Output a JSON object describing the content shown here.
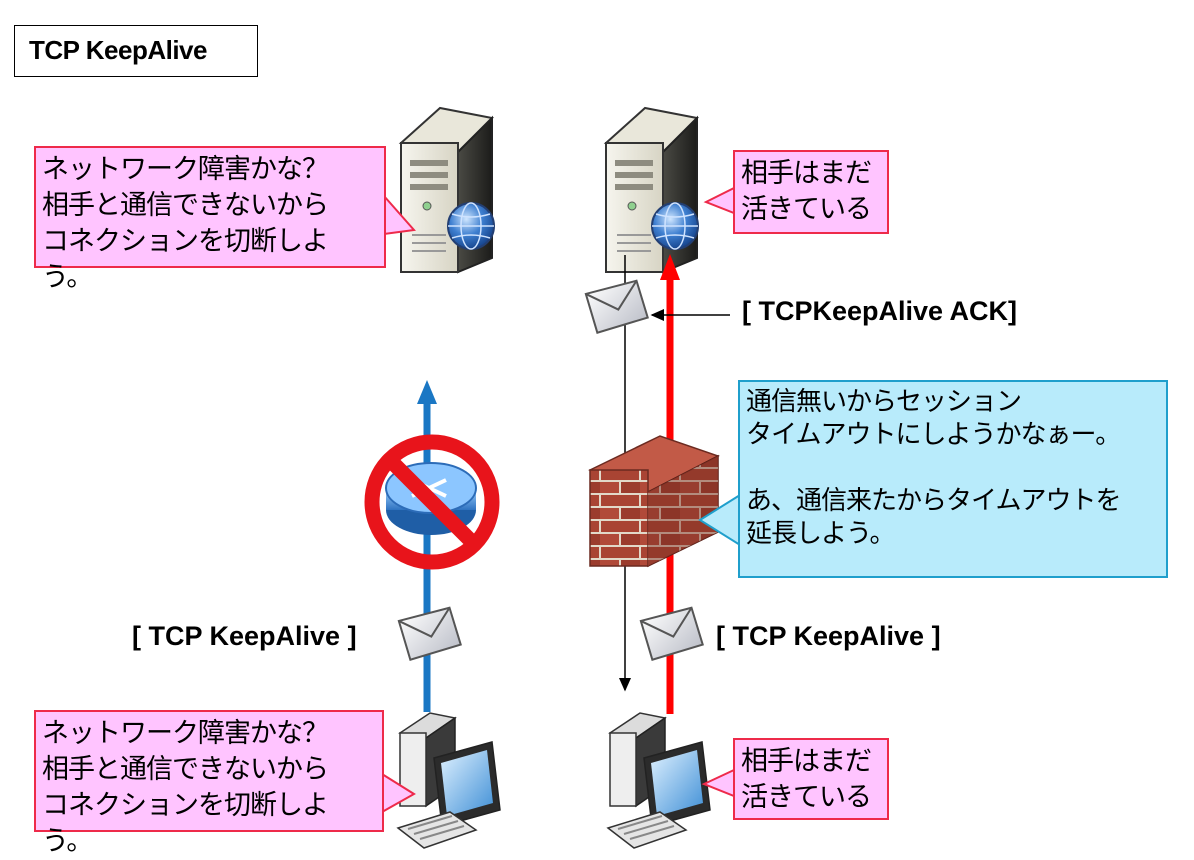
{
  "title": "TCP KeepAlive",
  "left_server_note": "ネットワーク障害かな？\n相手と通信できないから\nコネクションを切断しよう。",
  "right_server_note": "相手はまだ\n活きている",
  "ack_label": "[ TCPKeepAlive ACK]",
  "firewall_note": "通信無いからセッション\nタイムアウトにしようかなぁー。\n\nあ、通信来たからタイムアウトを\n延長しよう。",
  "left_keepalive_label": "[ TCP KeepAlive ]",
  "right_keepalive_label": "[ TCP KeepAlive ]",
  "left_client_note": "ネットワーク障害かな？\n相手と通信できないから\nコネクションを切断しよう。",
  "right_client_note": "相手はまだ\n活きている",
  "colors": {
    "blue_arrow": "#1a77c4",
    "red_arrow": "#ff0000",
    "pink_fill": "#ffc4ff",
    "pink_border": "#ee2a4a",
    "cyan_fill": "#b8ebfb",
    "cyan_border": "#1f9fcc",
    "prohibition": "#e8141b"
  },
  "icons": [
    "server-icon",
    "globe-icon",
    "envelope-icon",
    "router-icon",
    "prohibition-icon",
    "firewall-icon",
    "computer-icon"
  ]
}
